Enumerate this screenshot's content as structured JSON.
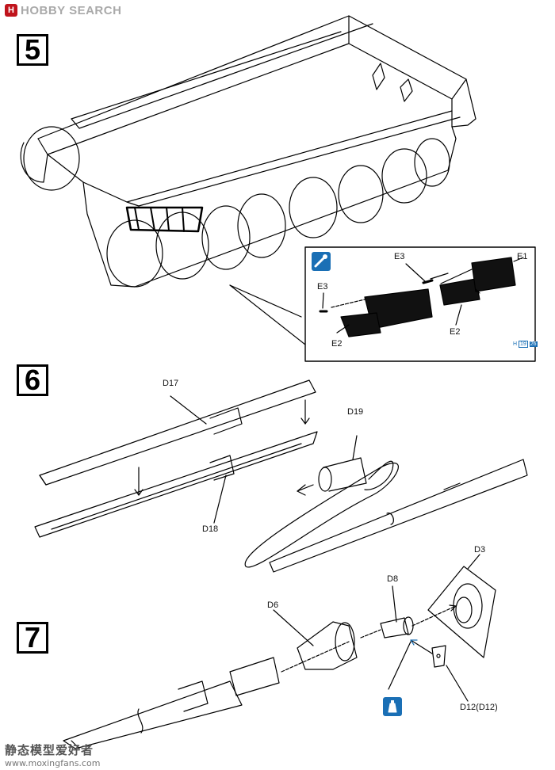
{
  "header": {
    "brand": "HOBBY SEARCH",
    "logo_glyph": "H"
  },
  "steps": [
    {
      "number": "5"
    },
    {
      "number": "6"
    },
    {
      "number": "7"
    }
  ],
  "step5": {
    "inset_labels": {
      "e3_top": "E3",
      "e1": "E1",
      "e3_left": "E3",
      "e2_left": "E2",
      "e2_right": "E2"
    },
    "part_ref": {
      "prefix": "H",
      "a": "19",
      "b": "26"
    }
  },
  "step6": {
    "labels": {
      "d17": "D17",
      "d19": "D19",
      "d18": "D18"
    }
  },
  "step7": {
    "labels": {
      "d3": "D3",
      "d8": "D8",
      "d6": "D6",
      "d12": "D12(D12)"
    }
  },
  "watermark": {
    "line1": "静态模型爱好者",
    "line2": "www.moxingfans.com"
  },
  "colors": {
    "accent_blue": "#1a6fb5",
    "logo_red": "#c0141c",
    "ink": "#000000"
  },
  "icons": {
    "step5": "glue-icon",
    "step7": "cement-bottle-icon"
  }
}
